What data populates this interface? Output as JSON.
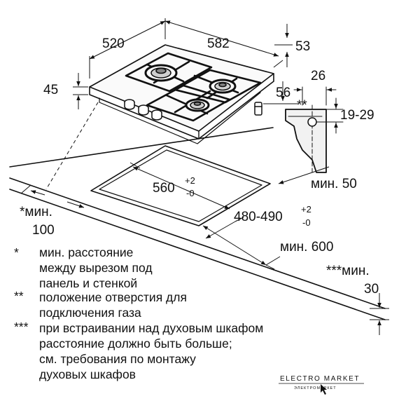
{
  "dimensions": {
    "width_total": "520",
    "depth_total": "582",
    "side_depth": "53",
    "height": "45",
    "profile_width": "26",
    "offset_56": "56",
    "offset_56_mark": "**",
    "gas_range": "19-29",
    "cutout_width": "560",
    "cutout_width_tol_top": "+2",
    "cutout_width_tol_bot": "-0",
    "cutout_depth": "480-490",
    "cutout_depth_tol_top": "+2",
    "cutout_depth_tol_bot": "-0",
    "min_50": "мин. 50",
    "min_600": "мин. 600",
    "min_100_label": "*мин.",
    "min_100_value": "100",
    "min_30_label": "***мин.",
    "min_30_value": "30"
  },
  "notes": [
    {
      "marker": "*",
      "lines": [
        "мин. расстояние",
        "между вырезом под",
        "панель и стенкой"
      ]
    },
    {
      "marker": "**",
      "lines": [
        "положение отверстия для",
        "подключения газа"
      ]
    },
    {
      "marker": "***",
      "lines": [
        "при встраивании над духовым шкафом",
        "расстояние должно быть больше;",
        "см. требования по монтажу",
        "духовых шкафов"
      ]
    }
  ],
  "logo": {
    "name": "ELECTRO MARKET",
    "tagline": "ЭЛЕКТРОМАРКЕТ"
  }
}
